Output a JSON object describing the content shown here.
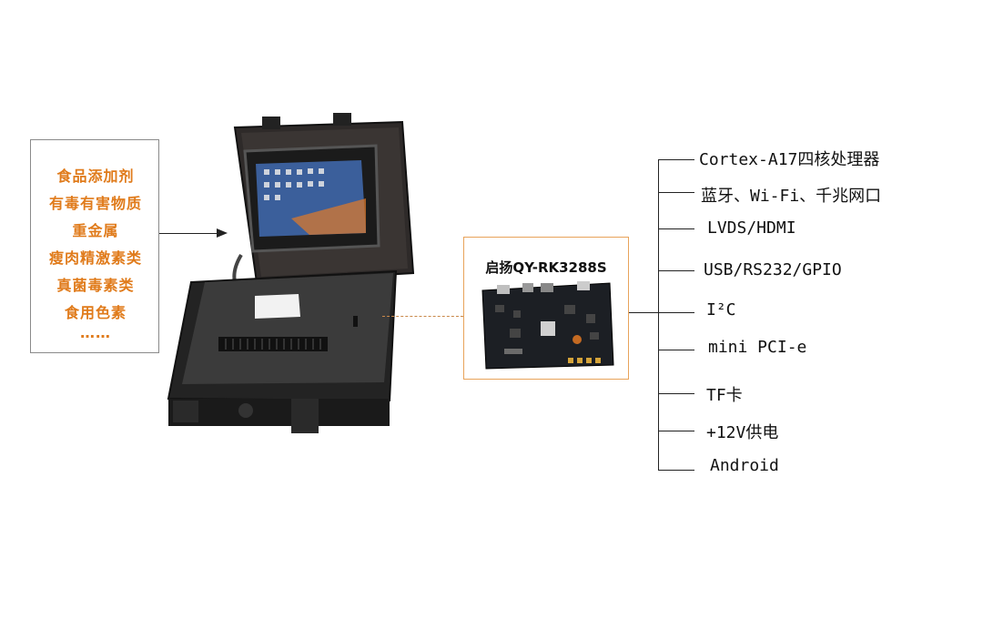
{
  "detection_items": [
    "食品添加剂",
    "有毒有害物质",
    "重金属",
    "瘦肉精激素类",
    "真菌毒素类",
    "食用色素",
    "……"
  ],
  "board": {
    "title": "启扬QY-RK3288S"
  },
  "specs": [
    "Cortex-A17四核处理器",
    "蓝牙、Wi-Fi、千兆网口",
    "LVDS/HDMI",
    "USB/RS232/GPIO",
    "I²C",
    "mini PCI-e",
    "TF卡",
    "+12V供电",
    "Android"
  ],
  "colors": {
    "accent_orange": "#e07b1b",
    "board_border": "#e8a35a",
    "case": "#2b2b2b"
  }
}
